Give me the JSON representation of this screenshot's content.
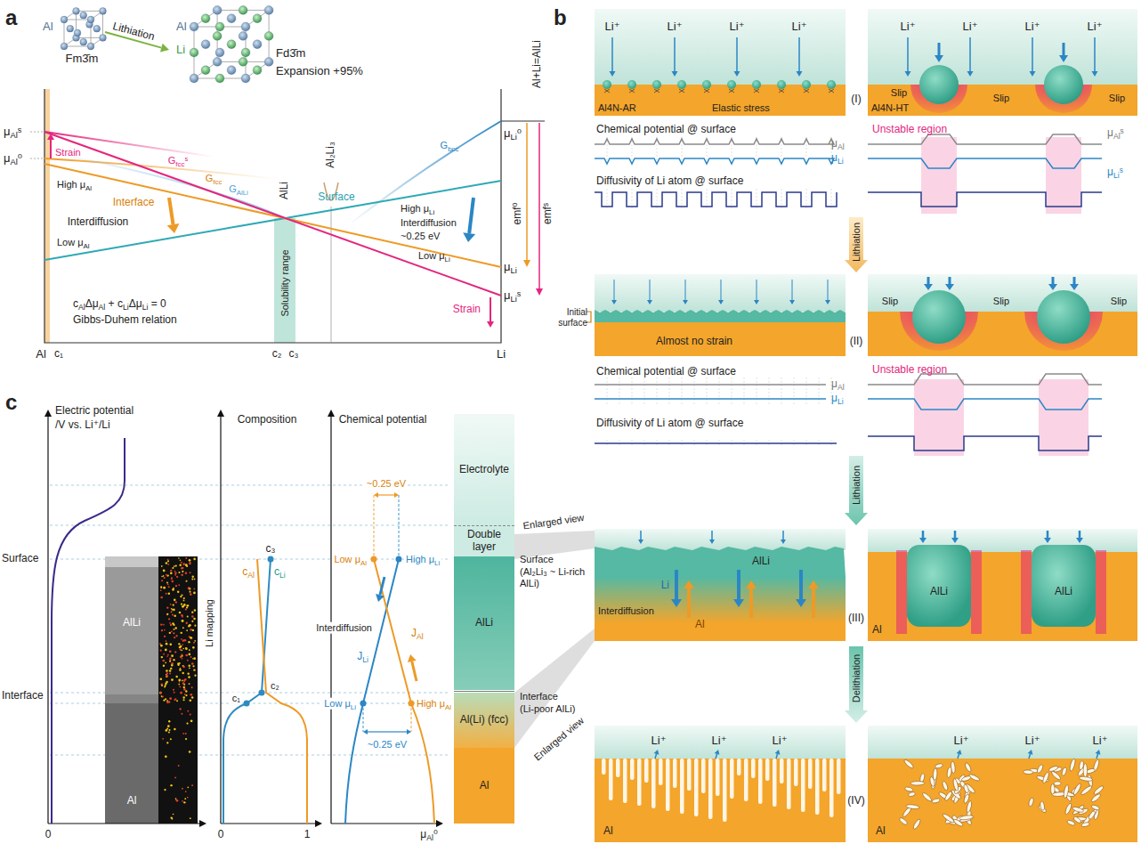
{
  "diagram": {
    "nodes": [
      {
        "text": [
          "Electrolyte"
        ]
      },
      {
        "text": [
          "Double layer"
        ]
      },
      {
        "text": [
          "AlLi"
        ]
      },
      {
        "text": [
          "Al(Li) (fcc)"
        ]
      },
      {
        "text": [
          "Al"
        ]
      }
    ],
    "labels": [
      "a",
      "b",
      "c",
      "Al",
      "Fm3̄m",
      "Lithiation",
      "Al",
      "Li",
      "Fd3̄m",
      "Expansion +95%",
      "μAlˢ",
      "μAl⁰",
      "Gfccˢ",
      "Strain",
      "Gfcc",
      "High μAl",
      "GAlLi",
      "Interface",
      "Interdiffusion",
      "Low μAl",
      "AlLi",
      "Al₂Li₃",
      "Gbcc",
      "Surface",
      "High μLi",
      "Interdiffusion",
      "~0.25 eV",
      "Low μLi",
      "Strain",
      "Solubility range",
      "cAlΔμAl + cLiΔμLi = 0",
      "Gibbs-Duhem relation",
      "Al",
      "c₁",
      "c₂",
      "c₃",
      "Li",
      "μLi⁰",
      "μLi",
      "μLiˢ",
      "Al+Li=AlLi",
      "emf⁰",
      "emfˢ",
      "Li⁺",
      "Li⁺",
      "Li⁺",
      "Li⁺",
      "Li⁺",
      "Li⁺",
      "Li⁺",
      "Li⁺",
      "Al4N-AR",
      "Elastic stress",
      "Al4N-HT",
      "Slip",
      "Slip",
      "Slip",
      "(I)",
      "Chemical potential @ surface",
      "μAl",
      "μLi",
      "Diffusivity of Li atom @ surface",
      "Unstable region",
      "μAlˢ",
      "μLiˢ",
      "Lithiation",
      "Initial surface",
      "Almost no strain",
      "Slip",
      "Slip",
      "Slip",
      "(II)",
      "Chemical potential @ surface",
      "μAl",
      "μLi",
      "Diffusivity of Li atom @ surface",
      "Unstable region",
      "Lithiation",
      "AlLi",
      "Li",
      "Interdiffusion",
      "Al",
      "AlLi",
      "AlLi",
      "Al",
      "(III)",
      "Delithiation",
      "Li⁺",
      "Li⁺",
      "Li⁺",
      "Li⁺",
      "Li⁺",
      "Li⁺",
      "Al",
      "Al",
      "(IV)",
      "Electric potential",
      "/V vs. Li⁺/Li",
      "Composition",
      "Chemical potential",
      "Surface",
      "Interface",
      "AlLi",
      "Al",
      "Li mapping",
      "c₃",
      "cAl",
      "cLi",
      "c₂",
      "c₁",
      "~0.25 eV",
      "Low μAl",
      "High μLi",
      "Interdiffusion",
      "JLi",
      "JAl",
      "Low μLi",
      "High μAl",
      "~0.25 eV",
      "0",
      "0",
      "1",
      "μAl⁰",
      "Surface",
      "(Al₂Li₃ ~ Li-rich AlLi)",
      "Interface",
      "(Li-poor AlLi)",
      "Enlarged view",
      "Enlarged view"
    ]
  }
}
